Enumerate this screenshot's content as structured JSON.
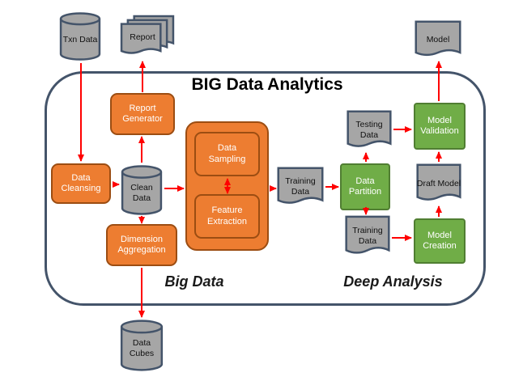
{
  "title": "BIG Data Analytics",
  "section_labels": {
    "left": "Big Data",
    "right": "Deep Analysis"
  },
  "colors": {
    "orange": "#ED7D31",
    "orange_border": "#9C4D12",
    "green": "#70AD47",
    "green_border": "#507E32",
    "gray_shape": "#A6A6A6",
    "navy_border": "#44546A",
    "arrow": "#FF0000",
    "container_border": "#44546A"
  },
  "nodes": {
    "txn_data": "Txn Data",
    "report": "Report",
    "model": "Model",
    "data_cubes": "Data Cubes",
    "report_generator": "Report Generator",
    "data_cleansing": "Data Cleansing",
    "clean_data": "Clean Data",
    "dimension_aggregation": "Dimension Aggregation",
    "data_sampling": "Data Sampling",
    "feature_extraction": "Feature Extraction",
    "training_data_mid": "Training Data",
    "data_partition": "Data Partition",
    "testing_data": "Testing Data",
    "training_data_right": "Training Data",
    "model_validation": "Model Validation",
    "draft_model": "Draft Model",
    "model_creation": "Model Creation"
  }
}
